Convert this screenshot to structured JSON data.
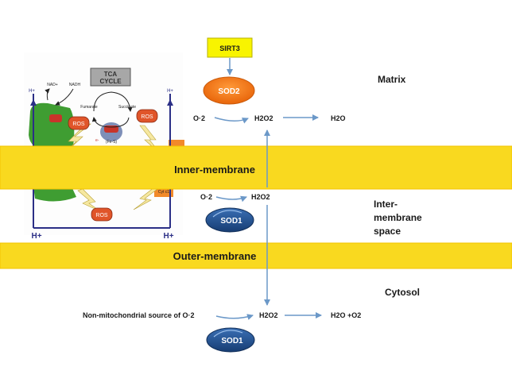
{
  "regions": {
    "matrix": "Matrix",
    "intermembrane_1": "Inter-",
    "intermembrane_2": "membrane",
    "intermembrane_3": "space",
    "cytosol": "Cytosol"
  },
  "membranes": {
    "inner": "Inner-membrane",
    "outer": "Outer-membrane"
  },
  "enzymes": {
    "sirt3": "SIRT3",
    "sod2": "SOD2",
    "sod1_ims": "SOD1",
    "sod1_cytosol": "SOD1"
  },
  "reactions": {
    "matrix": {
      "superoxide": "O·2",
      "peroxide": "H2O2",
      "product": "H2O"
    },
    "ims": {
      "superoxide": "O·2",
      "peroxide": "H2O2"
    },
    "cytosol": {
      "source": "Non-mitochondrial source of O·2",
      "peroxide": "H2O2",
      "product": "H2O +O2"
    }
  },
  "etc_inset": {
    "tca_1": "TCA",
    "tca_2": "CYCLE",
    "nad": "NAD+",
    "nadh": "NADH",
    "fumarate": "Fumarate",
    "succinate": "Succinate",
    "ros": "ROS",
    "feS": "(Fe-S)",
    "cyt_c1": "Cyt c1",
    "e_minus": "e-",
    "proton": "H+"
  },
  "colors": {
    "membrane": "#f9d91f",
    "sirt3_box": "#f8f400",
    "sod2": "#f47a12",
    "sod1": "#1f4f8f",
    "arrow": "#6b98c8",
    "etc_frame": "#2b2f86",
    "complex_green": "#3f9d32",
    "ros": "#e0552a"
  }
}
